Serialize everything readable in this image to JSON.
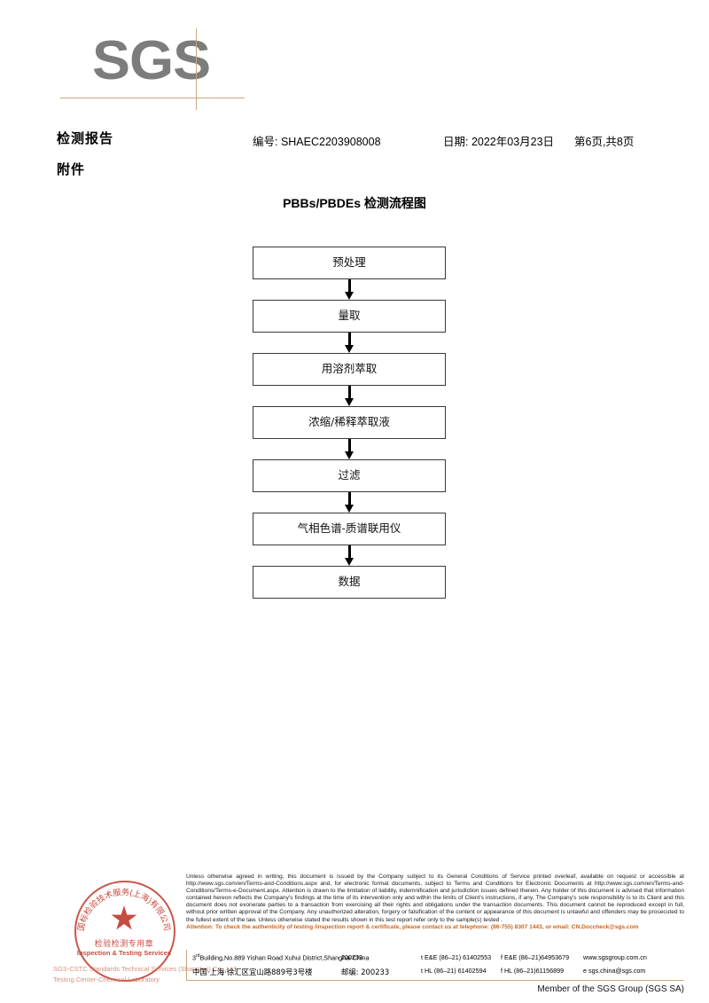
{
  "logo": {
    "text": "SGS"
  },
  "header": {
    "report_title": "检测报告",
    "attachment_label": "附件",
    "report_no": "编号: SHAEC2203908008",
    "date": "日期: 2022年03月23日",
    "page": "第6页,共8页"
  },
  "flow": {
    "title": "PBBs/PBDEs 检测流程图",
    "steps": [
      {
        "label": "预处理"
      },
      {
        "label": "量取"
      },
      {
        "label": "用溶剂萃取"
      },
      {
        "label": "浓缩/稀释萃取液"
      },
      {
        "label": "过滤"
      },
      {
        "label": "气相色谱-质谱联用仪"
      },
      {
        "label": "数据"
      }
    ]
  },
  "stamp": {
    "arc_text": "国标检验技术服务(上海)有限公司",
    "cn_text": "检验检测专用章",
    "en_text": "Inspection & Testing Services",
    "company_line1": "SGS-CSTC Standards Technical Services (Shanghai) Co., Ltd.",
    "company_line2": "Testing Center-Chemical Laboratory",
    "color": "#c0392b"
  },
  "footer": {
    "legal_text": "Unless otherwise agreed in writing, this document is issued by the Company subject to its General Conditions of Service printed overleaf, available on request or accessible at http://www.sgs.com/en/Terms-and-Conditions.aspx and, for electronic format documents, subject to Terms and Conditions for Electronic Documents at http://www.sgs.com/en/Terms-and-Conditions/Terms-e-Document.aspx. Attention is drawn to the limitation of liability, indemnification and jurisdiction issues defined therein. Any holder of this document is advised that information contained hereon reflects the Company's findings at the time of its intervention only and within the limits of Client's instructions, if any. The Company's sole responsibility is to its Client and this document does not exonerate parties to a transaction from exercising all their rights and obligations under the transaction documents. This document cannot be reproduced except in full, without prior written approval of the Company. Any unauthorized alteration, forgery or falsification of the content or appearance of this document is unlawful and offenders may be prosecuted to the fullest extent of the law. Unless otherwise stated the results shown in this test report refer only to the sample(s) tested .",
    "attention_text": "Attention: To check the authenticity of testing /inspection report & certificate, please contact us at telephone: (86-755) 8307 1443, or email: CN.Doccheck@sgs.com",
    "attention_color": "#c8651e",
    "address": {
      "en_building": "Building,No.889 Yishan Road Xuhui District,Shanghai China",
      "en_building_sup": "rd",
      "en_building_num": "3",
      "en_zip": "200233",
      "en_tel": "t E&E (86–21) 61402553",
      "en_fax": "f E&E (86–21)64953679",
      "website": "www.sgsgroup.com.cn",
      "cn_address": "中国·上海·徐汇区宜山路889号3号楼",
      "cn_zip_label": "邮编: 200233",
      "cn_tel": "t HL (86–21) 61402594",
      "cn_fax": "f HL (86–21)61156899",
      "email": "e sgs.china@sgs.com"
    },
    "member_text": "Member of the SGS Group (SGS SA)"
  }
}
